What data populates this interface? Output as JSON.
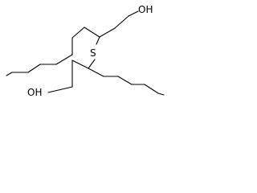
{
  "molecule": {
    "atoms": {
      "hydroxyl_top": "OH",
      "sulfur": "S",
      "hydroxyl_bottom": "OH"
    }
  },
  "colors": {
    "bond": "#000000",
    "background": "#ffffff"
  }
}
